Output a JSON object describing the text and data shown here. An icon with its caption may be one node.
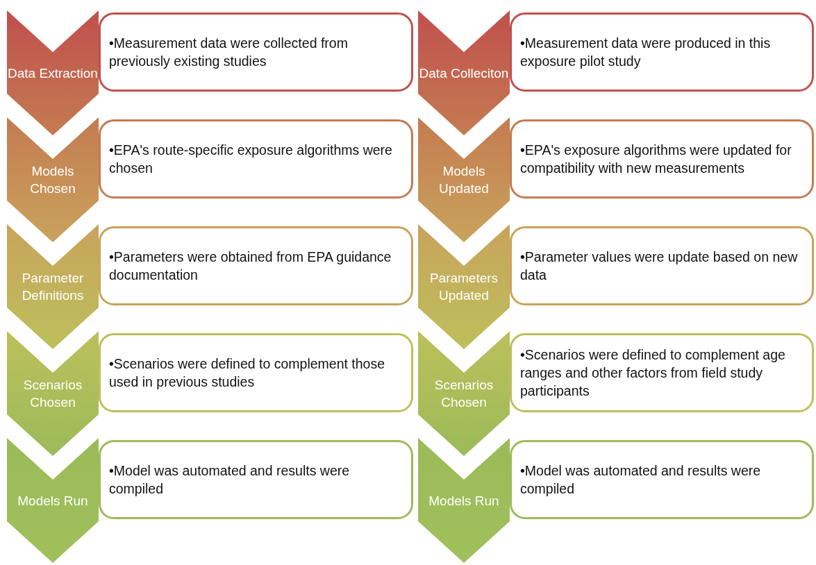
{
  "diagram": {
    "nodes": [
      {
        "text": [
          "Data Extraction"
        ]
      },
      {
        "text": [
          "•Measurement data were collected from previously existing studies"
        ]
      },
      {
        "text": [
          "Models Chosen"
        ]
      },
      {
        "text": [
          "•EPA's route-specific exposure algorithms were chosen"
        ]
      },
      {
        "text": [
          "Parameter Definitions"
        ]
      },
      {
        "text": [
          "•Parameters were obtained from EPA guidance documentation"
        ]
      },
      {
        "text": [
          "Scenarios Chosen"
        ]
      },
      {
        "text": [
          "•Scenarios were defined to complement those used in previous studies"
        ]
      },
      {
        "text": [
          "Models Run"
        ]
      },
      {
        "text": [
          "•Model was automated and results were compiled"
        ]
      },
      {
        "text": [
          "Data Colleciton"
        ]
      },
      {
        "text": [
          "•Measurement data were produced in this exposure pilot study"
        ]
      },
      {
        "text": [
          "Models Updated"
        ]
      },
      {
        "text": [
          "•EPA's exposure algorithms were updated for compatibility with new measurements"
        ]
      },
      {
        "text": [
          "Parameters Updated"
        ]
      },
      {
        "text": [
          "•Parameter values were update based on new data"
        ]
      },
      {
        "text": [
          "Scenarios Chosen"
        ]
      },
      {
        "text": [
          "•Scenarios were defined to complement age ranges and other factors from field study participants"
        ]
      },
      {
        "text": [
          "Models Run"
        ]
      },
      {
        "text": [
          "•Model was automated and results were compiled"
        ]
      }
    ]
  }
}
